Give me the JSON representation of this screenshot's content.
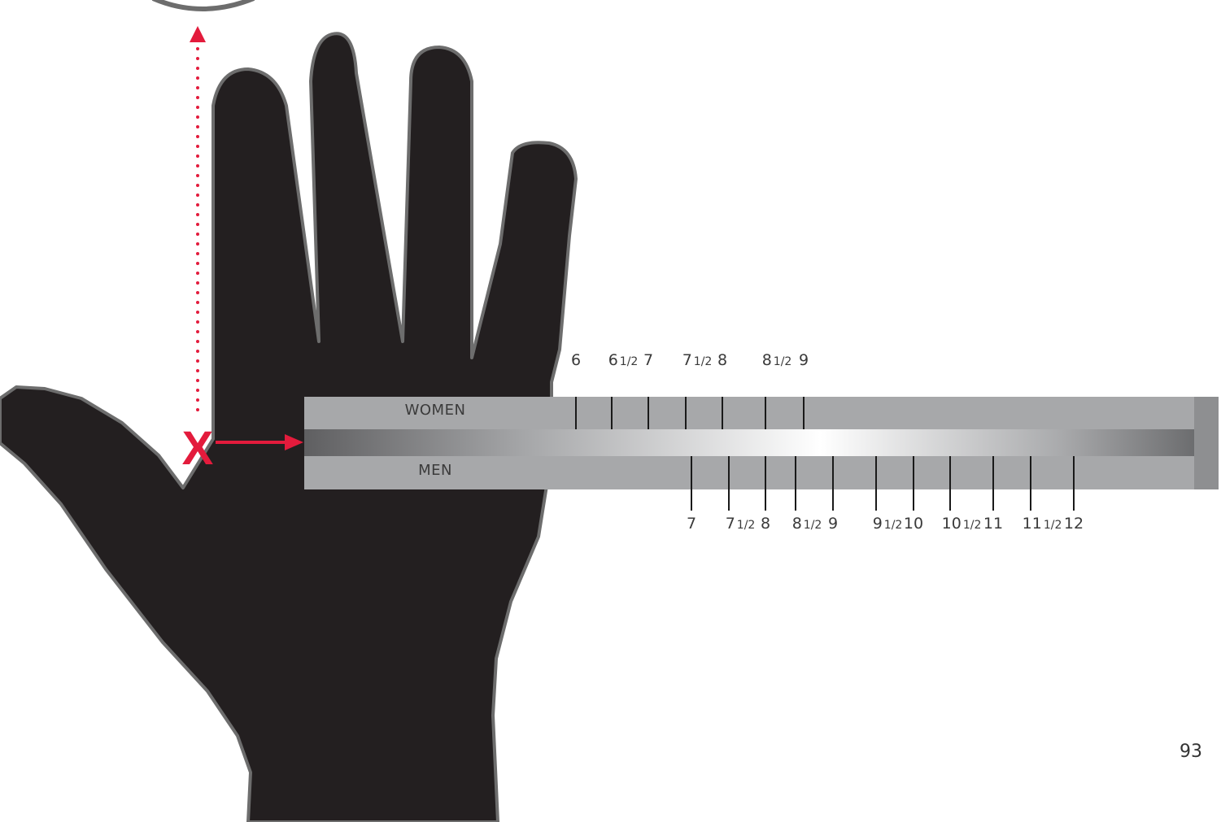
{
  "diagram": {
    "marker": {
      "label": "X",
      "color": "#e31b3c",
      "icon": "x-mark-icon"
    },
    "colors": {
      "hand": "#231f20",
      "hand_outline": "#6d6d6d",
      "band": "#a7a8aa",
      "accent": "#e31b3c"
    },
    "women": {
      "label": "WOMEN",
      "sizes": [
        {
          "whole": "6",
          "frac": ""
        },
        {
          "whole": "6",
          "frac": "1/2"
        },
        {
          "whole": "7",
          "frac": ""
        },
        {
          "whole": "7",
          "frac": "1/2"
        },
        {
          "whole": "8",
          "frac": ""
        },
        {
          "whole": "8",
          "frac": "1/2"
        },
        {
          "whole": "9",
          "frac": ""
        }
      ]
    },
    "men": {
      "label": "MEN",
      "sizes": [
        {
          "whole": "7",
          "frac": ""
        },
        {
          "whole": "7",
          "frac": "1/2"
        },
        {
          "whole": "8",
          "frac": ""
        },
        {
          "whole": "8",
          "frac": "1/2"
        },
        {
          "whole": "9",
          "frac": ""
        },
        {
          "whole": "9",
          "frac": "1/2"
        },
        {
          "whole": "10",
          "frac": ""
        },
        {
          "whole": "10",
          "frac": "1/2"
        },
        {
          "whole": "11",
          "frac": ""
        },
        {
          "whole": "11",
          "frac": "1/2"
        },
        {
          "whole": "12",
          "frac": ""
        }
      ]
    }
  },
  "page_number": "93"
}
